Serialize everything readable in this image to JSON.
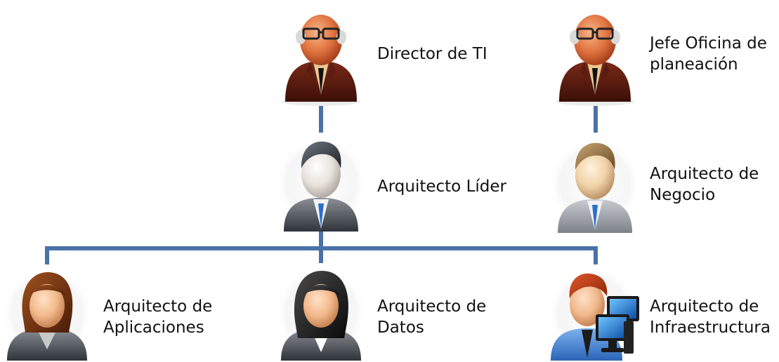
{
  "colors": {
    "connector": "#4a72a8",
    "background": "#ffffff",
    "text": "#111111"
  },
  "nodes": {
    "director_ti": {
      "lines": [
        "Director de TI"
      ],
      "icon": "elderly-executive-icon"
    },
    "jefe_planeacion": {
      "lines": [
        "Jefe Oficina de",
        "planeación"
      ],
      "icon": "elderly-executive-icon"
    },
    "arquitecto_lider": {
      "lines": [
        "Arquitecto Líder"
      ],
      "icon": "businessman-icon"
    },
    "arquitecto_negocio": {
      "lines": [
        "Arquitecto de",
        "Negocio"
      ],
      "icon": "businessman-blond-icon"
    },
    "arquitecto_aplicaciones": {
      "lines": [
        "Arquitecto de",
        "Aplicaciones"
      ],
      "icon": "woman-brown-hair-icon"
    },
    "arquitecto_datos": {
      "lines": [
        "Arquitecto de",
        "Datos"
      ],
      "icon": "businesswoman-icon"
    },
    "arquitecto_infraestructura": {
      "lines": [
        "Arquitecto de",
        "Infraestructura"
      ],
      "icon": "tech-man-computer-icon"
    }
  },
  "edges": [
    {
      "from": "director_ti",
      "to": "arquitecto_lider"
    },
    {
      "from": "jefe_planeacion",
      "to": "arquitecto_negocio"
    },
    {
      "from": "arquitecto_lider",
      "to": "arquitecto_aplicaciones"
    },
    {
      "from": "arquitecto_lider",
      "to": "arquitecto_datos"
    },
    {
      "from": "arquitecto_lider",
      "to": "arquitecto_infraestructura"
    }
  ]
}
